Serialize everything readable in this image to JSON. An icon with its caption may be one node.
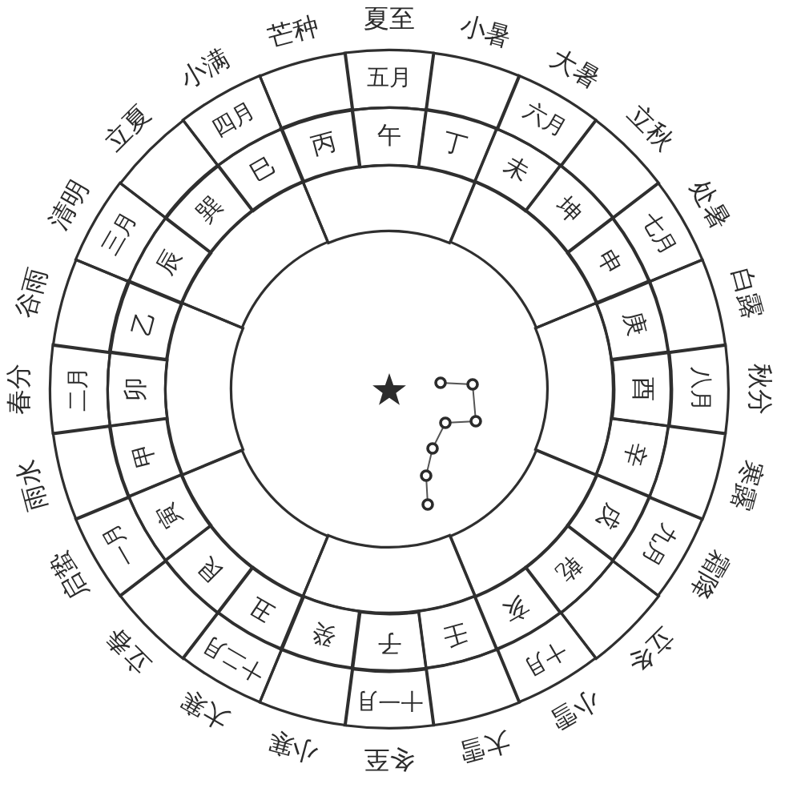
{
  "diagram": {
    "nodes": [
      {
        "text": [
          "五月"
        ]
      },
      {
        "text": [],
        "shape": "sector"
      },
      {
        "text": [
          "六月"
        ]
      },
      {
        "text": [],
        "shape": "sector"
      },
      {
        "text": [
          "七月"
        ]
      },
      {
        "text": [],
        "shape": "sector"
      },
      {
        "text": [
          "八月"
        ]
      },
      {
        "text": [],
        "shape": "sector"
      },
      {
        "text": [
          "九月"
        ]
      },
      {
        "text": [],
        "shape": "sector"
      },
      {
        "text": [
          "十月"
        ]
      },
      {
        "text": [],
        "shape": "sector"
      },
      {
        "text": [
          "十一月"
        ]
      },
      {
        "text": [],
        "shape": "sector"
      },
      {
        "text": [
          "十二月"
        ]
      },
      {
        "text": [],
        "shape": "sector"
      },
      {
        "text": [
          "一月"
        ]
      },
      {
        "text": [],
        "shape": "sector"
      },
      {
        "text": [
          "二月"
        ]
      },
      {
        "text": [],
        "shape": "sector"
      },
      {
        "text": [
          "三月"
        ]
      },
      {
        "text": [],
        "shape": "sector"
      },
      {
        "text": [
          "四月"
        ]
      },
      {
        "text": [],
        "shape": "sector"
      },
      {
        "text": [
          "午"
        ]
      },
      {
        "text": [
          "丁"
        ]
      },
      {
        "text": [
          "未"
        ]
      },
      {
        "text": [
          "坤"
        ]
      },
      {
        "text": [
          "申"
        ]
      },
      {
        "text": [
          "庚"
        ]
      },
      {
        "text": [
          "酉"
        ]
      },
      {
        "text": [
          "辛"
        ]
      },
      {
        "text": [
          "戌"
        ]
      },
      {
        "text": [
          "乾"
        ]
      },
      {
        "text": [
          "亥"
        ]
      },
      {
        "text": [
          "壬"
        ]
      },
      {
        "text": [
          "子"
        ]
      },
      {
        "text": [
          "癸"
        ]
      },
      {
        "text": [
          "丑"
        ]
      },
      {
        "text": [
          "艮"
        ]
      },
      {
        "text": [
          "寅"
        ]
      },
      {
        "text": [
          "甲"
        ]
      },
      {
        "text": [
          "卯"
        ]
      },
      {
        "text": [
          "乙"
        ]
      },
      {
        "text": [
          "辰"
        ]
      },
      {
        "text": [
          "巽"
        ]
      },
      {
        "text": [
          "巳"
        ]
      },
      {
        "text": [
          "丙"
        ]
      },
      {
        "text": [],
        "shape": "sector"
      },
      {
        "text": [],
        "shape": "sector"
      },
      {
        "text": [],
        "shape": "sector"
      },
      {
        "text": [],
        "shape": "sector"
      },
      {
        "text": [],
        "shape": "sector"
      },
      {
        "text": [],
        "shape": "sector"
      },
      {
        "text": [],
        "shape": "sector"
      },
      {
        "text": [],
        "shape": "sector"
      }
    ],
    "labels": [
      "夏至",
      "小暑",
      "大暑",
      "立秋",
      "处暑",
      "白露",
      "秋分",
      "寒露",
      "霜降",
      "立冬",
      "小雪",
      "大雪",
      "冬至",
      "小寒",
      "大寒",
      "立春",
      "启蛰",
      "雨水",
      "春分",
      "谷雨",
      "清明",
      "立夏",
      "小满",
      "芒种"
    ]
  }
}
